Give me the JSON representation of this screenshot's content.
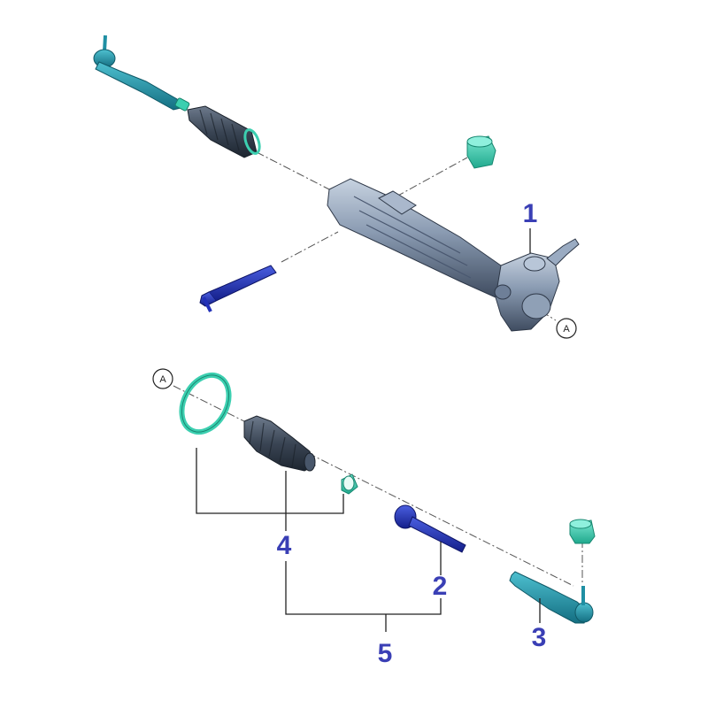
{
  "colors": {
    "callout": "#3a3fb5",
    "teal_part": "#1f8fa3",
    "tie_rod_blue": "#2230b8",
    "mint_part": "#3ccfb0",
    "housing": "#7d8fa8",
    "boot": "#34404f"
  },
  "callouts": {
    "c1": "1",
    "c2": "2",
    "c3": "3",
    "c4": "4",
    "c5": "5"
  },
  "refs": {
    "top": "A",
    "bottom": "A"
  }
}
